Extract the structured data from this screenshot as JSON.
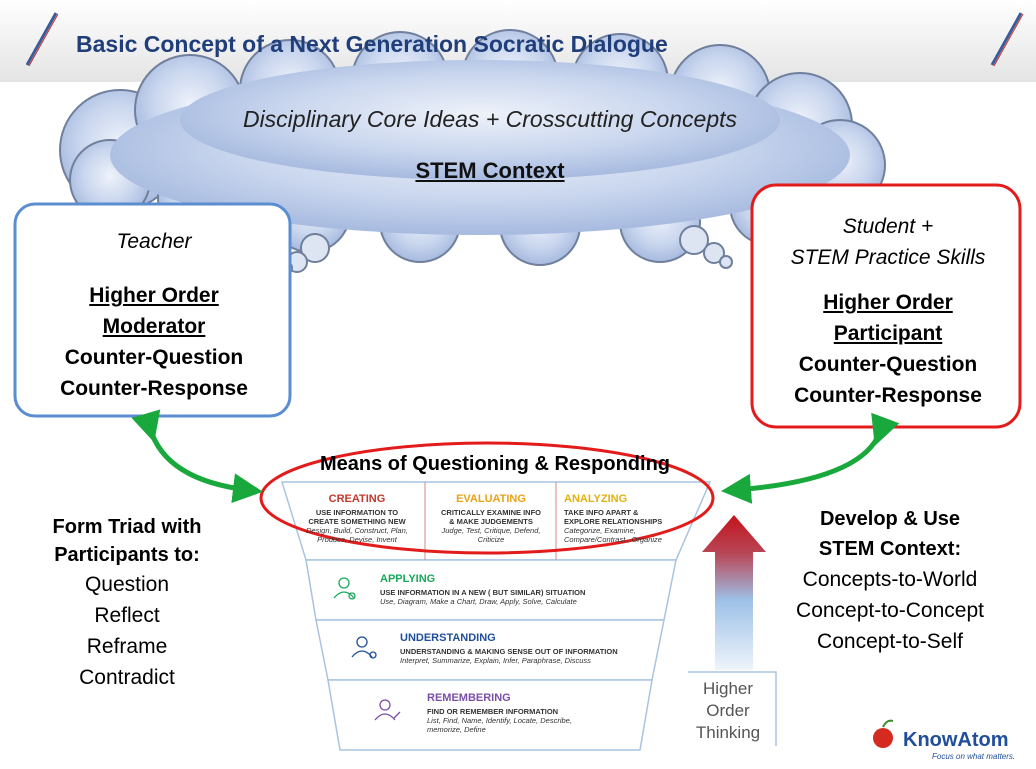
{
  "title": "Basic Concept of a Next Generation Socratic Dialogue",
  "cloud": {
    "line1": "Disciplinary Core Ideas + Crosscutting Concepts",
    "line2": "STEM Context"
  },
  "teacher_box": {
    "role": "Teacher",
    "heading_line1": "Higher Order",
    "heading_line2": "Moderator",
    "line3": "Counter-Question",
    "line4": "Counter-Response"
  },
  "student_box": {
    "role_line1": "Student +",
    "role_line2": "STEM Practice Skills",
    "heading_line1": "Higher Order",
    "heading_line2": "Participant",
    "line3": "Counter-Question",
    "line4": "Counter-Response"
  },
  "means_title": "Means of Questioning & Responding",
  "funnel": {
    "creating": {
      "title": "CREATING",
      "desc_line1": "USE INFORMATION TO",
      "desc_line2": "CREATE SOMETHING NEW",
      "ex_line1": "Design, Build, Construct, Plan,",
      "ex_line2": "Produce, Devise, Invent"
    },
    "evaluating": {
      "title": "EVALUATING",
      "desc_line1": "CRITICALLY EXAMINE INFO",
      "desc_line2": "& MAKE JUDGEMENTS",
      "ex_line1": "Judge, Test, Critique, Defend,",
      "ex_line2": "Criticize"
    },
    "analyzing": {
      "title": "ANALYZING",
      "desc_line1": "TAKE INFO APART &",
      "desc_line2": "EXPLORE RELATIONSHIPS",
      "ex_line1": "Categorize, Examine,",
      "ex_line2": "Compare/Contrast , Organize"
    },
    "applying": {
      "title": "APPLYING",
      "desc": "USE INFORMATION IN A NEW ( BUT SIMILAR) SITUATION",
      "ex": "Use, Diagram, Make a Chart, Draw, Apply, Solve, Calculate"
    },
    "understanding": {
      "title": "UNDERSTANDING",
      "desc": "UNDERSTANDING & MAKING SENSE OUT OF INFORMATION",
      "ex": "Interpret, Summarize, Explain, Infer, Paraphrase, Discuss"
    },
    "remembering": {
      "title": "REMEMBERING",
      "desc": "FIND OR REMEMBER INFORMATION",
      "ex_line1": "List, Find, Name, Identify, Locate, Describe,",
      "ex_line2": "memorize, Define"
    }
  },
  "left_text": {
    "heading_line1": "Form Triad with",
    "heading_line2": "Participants to:",
    "items": [
      "Question",
      "Reflect",
      "Reframe",
      "Contradict"
    ]
  },
  "right_text": {
    "heading_line1": "Develop & Use",
    "heading_line2": "STEM Context:",
    "items": [
      "Concepts-to-World",
      "Concept-to-Concept",
      "Concept-to-Self"
    ]
  },
  "hot": {
    "line1": "Higher",
    "line2": "Order",
    "line3": "Thinking"
  },
  "logo": {
    "name": "KnowAtom",
    "tagline": "Focus on what matters."
  },
  "colors": {
    "title": "#1f3e7a",
    "cloud_fill": "#b8c9e6",
    "teacher_border": "#5b8ed1",
    "student_border": "#e31b1b",
    "arrow_green": "#18a83c",
    "creating": "#c0392b",
    "evaluating": "#e8a317",
    "analyzing": "#e0b10f",
    "applying": "#19a85a",
    "understanding": "#1f4e9a",
    "remembering": "#7b4fa8"
  }
}
